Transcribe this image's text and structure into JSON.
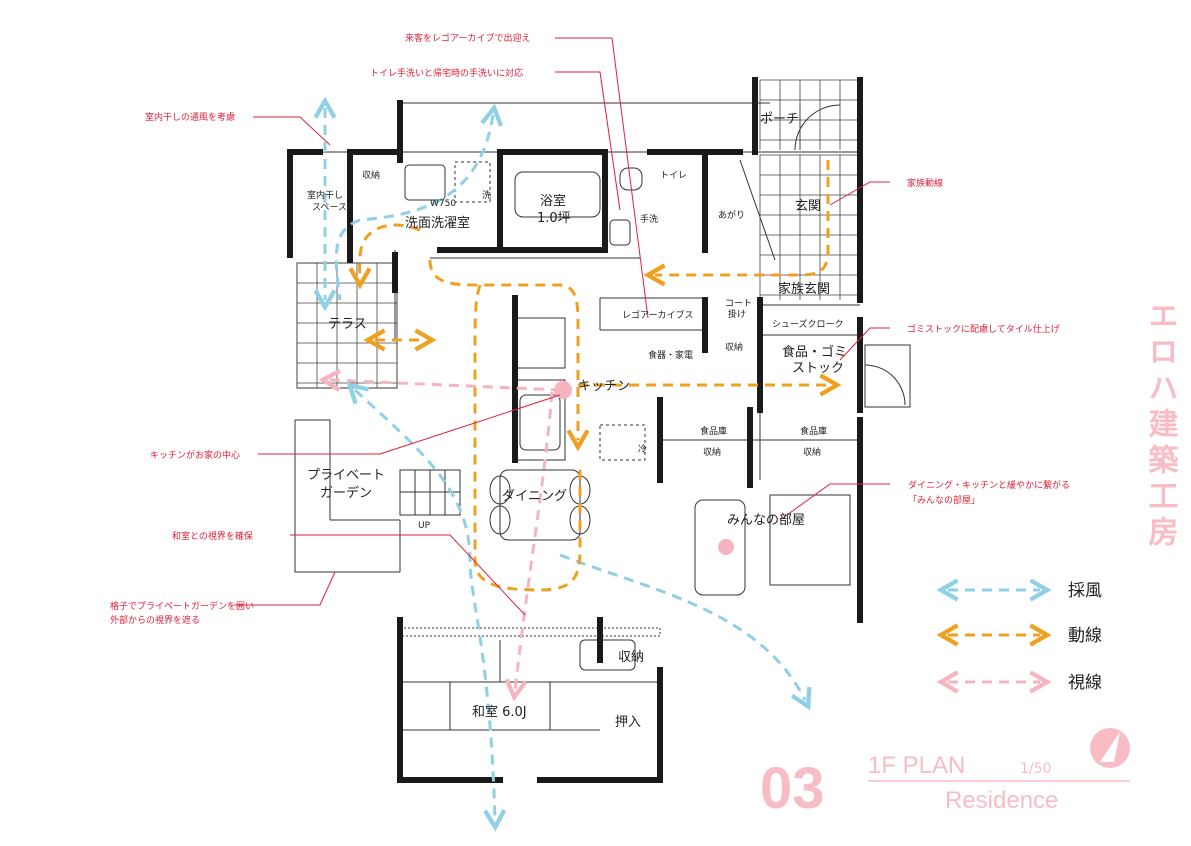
{
  "annotations": {
    "reception": "来客をレゴアーカイブで出迎え",
    "toilet": "トイレ手洗いと帰宅時の手洗いに対応",
    "drying": "室内干しの通風を考慮",
    "family_route": "家族動線",
    "garbage": "ゴミストックに配慮してタイル仕上げ",
    "kitchen_center": "キッチンがお家の中心",
    "dining_connect": "ダイニング・キッチンと緩やかに繋がる",
    "everyones_room": "「みんなの部屋」",
    "washitsu_view": "和室との視界を確保",
    "lattice_1": "格子でプライベートガーデンを囲い",
    "lattice_2": "外部からの視界を遮る"
  },
  "rooms": {
    "porch": "ポーチ",
    "genkan": "玄関",
    "family_genkan": "家族玄関",
    "shoes": "シューズクローク",
    "food_garbage_1": "食品・ゴミ",
    "food_garbage_2": "ストック",
    "agari": "あがり",
    "toilet": "トイレ",
    "hand_wash": "手洗",
    "bath_1": "浴室",
    "bath_2": "1.0坪",
    "washroom": "洗面洗濯室",
    "storage_top": "収納",
    "dry_1": "室内干し",
    "dry_2": "スペース",
    "w750": "W750",
    "wash_mark": "洗",
    "terrace": "テラス",
    "lego_archive": "レゴアーカイブス",
    "coat_1": "コート",
    "coat_2": "掛け",
    "kitchen": "キッチン",
    "food_appliances": "食器・家電",
    "storage_mid": "収納",
    "pantry_left": "食品庫",
    "pantry_right": "食品庫",
    "storage_left": "収納",
    "storage_right": "収納",
    "fridge": "冷",
    "private_garden_1": "プライベート",
    "private_garden_2": "ガーデン",
    "up": "UP",
    "dining": "ダイニング",
    "everyones_room": "みんなの部屋",
    "washitsu_storage": "収納",
    "washitsu": "和室 6.0J",
    "oshiire": "押入"
  },
  "legend": {
    "wind": "採風",
    "route": "動線",
    "sight": "視線"
  },
  "title": {
    "number": "03",
    "plan": "1F PLAN",
    "scale": "1/50",
    "name": "Residence",
    "vertical": "エロハ建築工房"
  },
  "colors": {
    "wind": "#8fd0e4",
    "route": "#f0a020",
    "sight": "#f5b5c0",
    "annotation": "#e0203a",
    "wall": "#1a1a1a",
    "title": "#f8bcc4"
  }
}
